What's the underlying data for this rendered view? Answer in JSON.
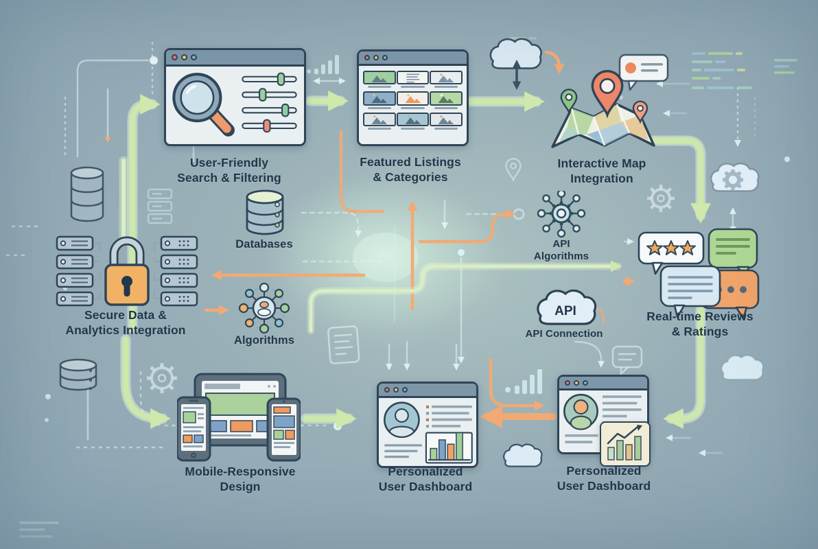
{
  "diagram_title": "",
  "nodes": {
    "search": {
      "line1": "User-Friendly",
      "line2": "Search & Filtering"
    },
    "listings": {
      "line1": "Featured Listings",
      "line2": "& Categories"
    },
    "map": {
      "line1": "Interactive Map",
      "line2": "Integration"
    },
    "secure": {
      "line1": "Secure Data &",
      "line2": "Analytics Integration"
    },
    "databases": {
      "line1": "Databases"
    },
    "algorithms": {
      "line1": "Algorithms"
    },
    "api_algorithms": {
      "line1": "API",
      "line2": "Algorithms"
    },
    "api_connection": {
      "badge": "API",
      "line1": "API Connection"
    },
    "reviews": {
      "line1": "Real-time Reviews",
      "line2": "& Ratings"
    },
    "mobile": {
      "line1": "Mobile-Responsive",
      "line2": "Design"
    },
    "dashboard_center": {
      "line1": "Personalized",
      "line2": "User Dashboard"
    },
    "dashboard_right": {
      "line1": "Personalized",
      "line2": "User Dashboard"
    }
  },
  "icons": {
    "magnifier-icon": "magnifying glass with orange handle",
    "filter-sliders-icon": "four filter slider rows",
    "listings-grid-icon": "3x3 image thumbnail grid",
    "map-pins-icon": "folded map with three location pins",
    "lock-icon": "orange padlock between server stacks",
    "database-cylinder-icon": "stacked database cylinder",
    "network-hub-icon": "node network hub",
    "gear-hub-icon": "gear with radiating nodes",
    "api-cloud-icon": "cloud labeled API",
    "chat-bubbles-icon": "review speech bubbles with stars",
    "devices-icon": "tablet, phone and laptop screens",
    "dashboard-icon": "profile avatar with bar chart",
    "trend-chart-icon": "bar chart with rising arrow",
    "cloud-sync-icon": "cloud with up-down arrow",
    "cloud-gear-icon": "cloud with gear",
    "bar-chart-glyph": "small teal bar chart",
    "code-lines-glyph": "colored code dashes"
  },
  "colors": {
    "background": "#8ba2b1",
    "outline_dark": "#2f4558",
    "arrow_green": "#cde8ab",
    "arrow_orange": "#f2a974",
    "line_teal": "#dff0f6",
    "label_text": "#22364a",
    "lock_orange": "#f1b266",
    "pin_orange": "#ef8668",
    "pin_green": "#8fc488",
    "bubble_green": "#aed795",
    "bubble_orange": "#f0a469",
    "bubble_blue": "#d7e8f2",
    "cloud_fill": "#dce9f4"
  }
}
